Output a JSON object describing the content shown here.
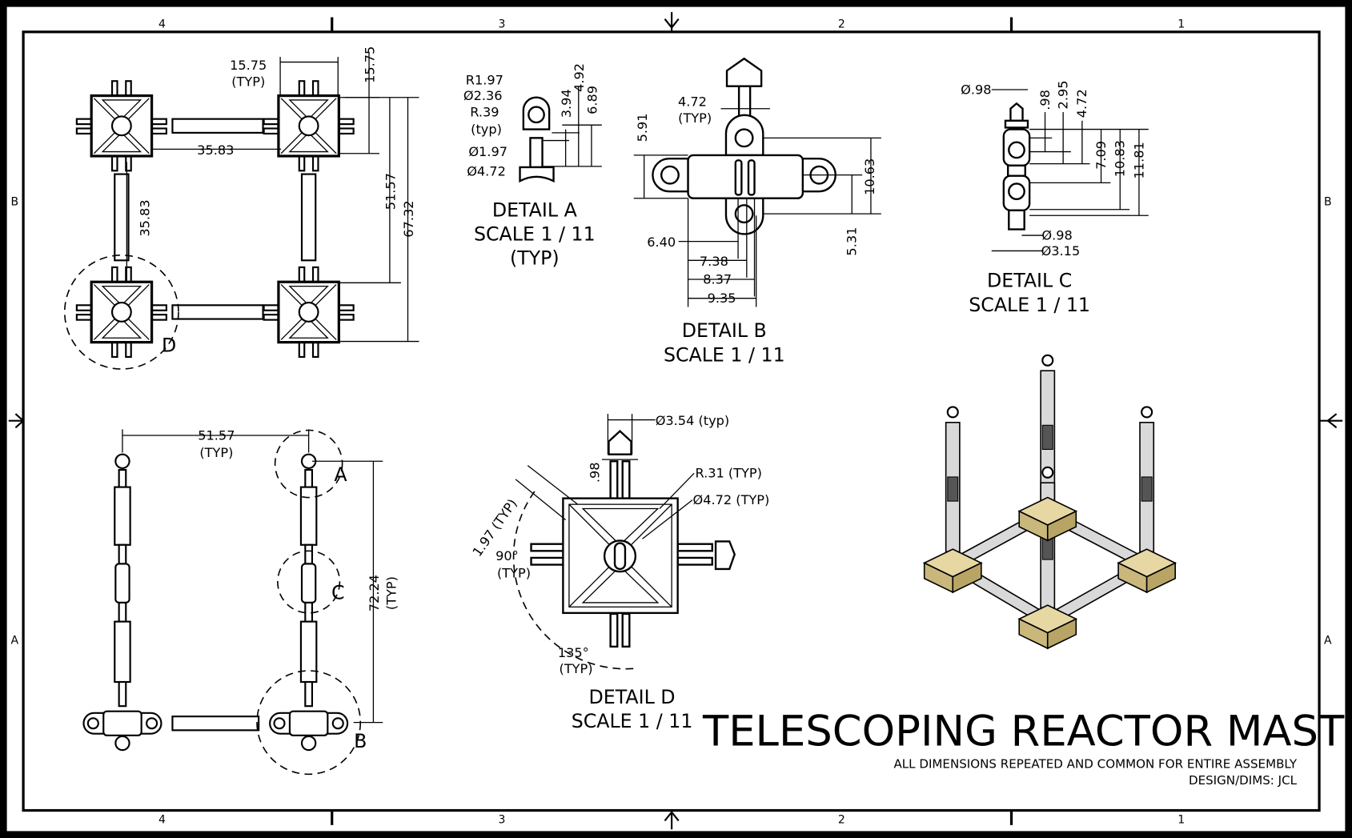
{
  "title_block": {
    "title": "TELESCOPING REACTOR MAST",
    "note": "ALL DIMENSIONS REPEATED AND COMMON FOR ENTIRE ASSEMBLY",
    "designer": "DESIGN/DIMS:  JCL"
  },
  "zones": {
    "columns": [
      "4",
      "3",
      "2",
      "1"
    ],
    "rows": [
      "B",
      "A"
    ]
  },
  "top_view": {
    "dim_15_75_h": "15.75",
    "typ": "(TYP)",
    "dim_15_75_v": "15.75",
    "dim_35_83_h": "35.83",
    "dim_35_83_v": "35.83",
    "dim_51_57": "51.57",
    "dim_67_32": "67.32",
    "detail_callout": "D"
  },
  "side_view": {
    "dim_51_57": "51.57",
    "typ": "(TYP)",
    "dim_72_24": "72.24",
    "dim_typ": "(TYP)",
    "callout_a": "A",
    "callout_b": "B",
    "callout_c": "C"
  },
  "detail_a": {
    "r197": "R1.97",
    "d236": "Ø2.36",
    "r39": "R.39",
    "typ_lower": "(typ)",
    "d197": "Ø1.97",
    "d472": "Ø4.72",
    "dim_394": "3.94",
    "dim_492": "4.92",
    "dim_689": "6.89",
    "name": "DETAIL  A",
    "scale": "SCALE 1 / 11",
    "typ": "(TYP)"
  },
  "detail_b": {
    "dim_472": "4.72",
    "typ": "(TYP)",
    "dim_591": "5.91",
    "dim_1063": "10.63",
    "dim_531": "5.31",
    "dim_640": "6.40",
    "dim_738": "7.38",
    "dim_837": "8.37",
    "dim_935": "9.35",
    "name": "DETAIL  B",
    "scale": "SCALE 1 / 11"
  },
  "detail_c": {
    "d98_top": "Ø.98",
    "dim_98": ".98",
    "dim_295": "2.95",
    "dim_472": "4.72",
    "dim_709": "7.09",
    "dim_1083": "10.83",
    "dim_1181": "11.81",
    "d98_bottom": "Ø.98",
    "d315": "Ø3.15",
    "name": "DETAIL  C",
    "scale": "SCALE 1 / 11"
  },
  "detail_d": {
    "d354": "Ø3.54 (typ)",
    "dim_98": ".98",
    "r31": "R.31 (TYP)",
    "d472": "Ø4.72 (TYP)",
    "dim_197": "1.97 (TYP)",
    "ang90": "90°",
    "ang90_typ": "(TYP)",
    "ang135": "135°",
    "ang135_typ": "(TYP)",
    "name": "DETAIL  D",
    "scale": "SCALE 1 / 11"
  },
  "colors": {
    "line": "#000000",
    "iso_block": "#e6d7a3",
    "iso_tube": "#d9d9d9"
  }
}
